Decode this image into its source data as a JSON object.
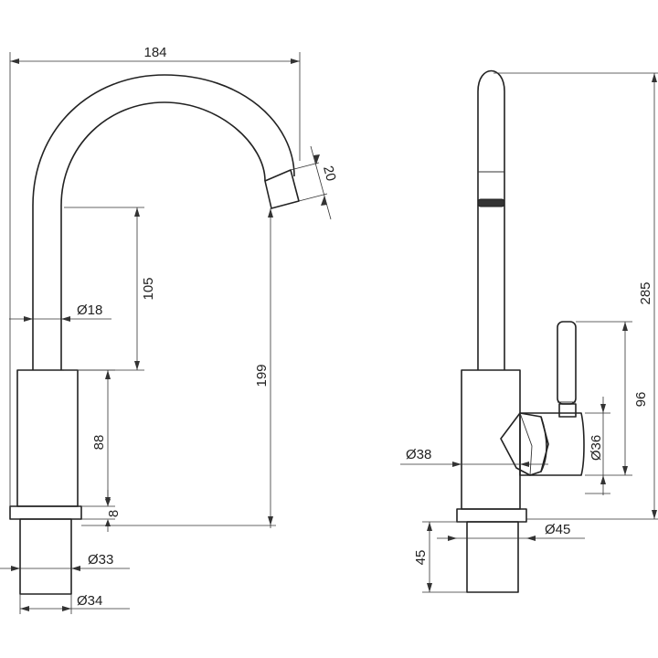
{
  "drawing": {
    "front_view": {
      "dim_width_total": "184",
      "dim_outlet": "20",
      "dim_spout_drop": "105",
      "dim_spout_diameter": "Ø18",
      "dim_outlet_height": "199",
      "dim_body_height": "88",
      "dim_base_ring": "8",
      "dim_shank_inner": "Ø33",
      "dim_shank_outer": "Ø34"
    },
    "side_view": {
      "dim_total_height": "285",
      "dim_lever_height": "96",
      "dim_lever_diameter": "Ø36",
      "dim_body_diameter": "Ø38",
      "dim_base_diameter": "Ø45",
      "dim_shank_length": "45"
    }
  }
}
